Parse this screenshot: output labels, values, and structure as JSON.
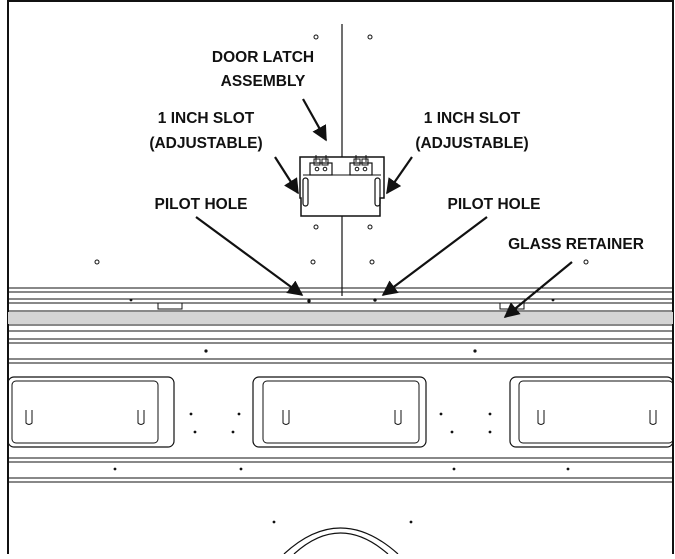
{
  "diagram": {
    "labels": {
      "door_latch_line1": "DOOR LATCH",
      "door_latch_line2": "ASSEMBLY",
      "slot_left_line1": "1 INCH SLOT",
      "slot_left_line2": "(ADJUSTABLE)",
      "slot_right_line1": "1 INCH SLOT",
      "slot_right_line2": "(ADJUSTABLE)",
      "pilot_hole_left": "PILOT HOLE",
      "pilot_hole_right": "PILOT HOLE",
      "glass_retainer": "GLASS RETAINER"
    },
    "colors": {
      "line": "#111111",
      "glass_retainer_fill": "#d4d4d4",
      "background": "#ffffff"
    }
  }
}
